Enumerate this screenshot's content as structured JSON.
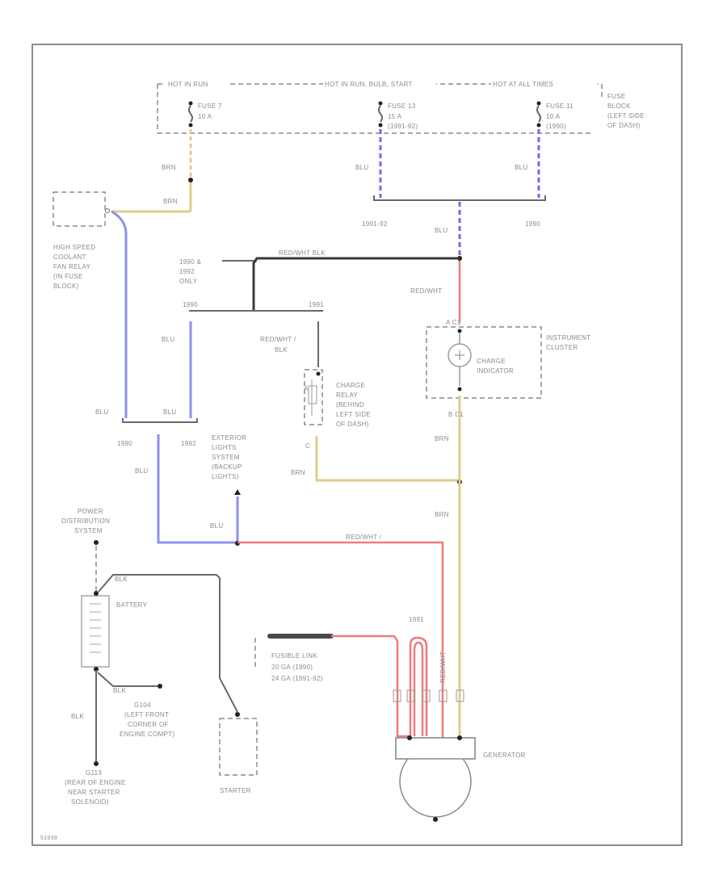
{
  "fuse_block": {
    "hot_in_run": "HOT IN RUN",
    "hot_in_run_bulb_start": "HOT IN RUN, BULB, START",
    "hot_at_all_times": "HOT AT ALL TIMES",
    "fuse7_name": "FUSE 7",
    "fuse7_rating": "10 A",
    "fuse13_name": "FUSE 13",
    "fuse13_rating": "15 A",
    "fuse13_note": "(1991-92)",
    "fuse11_name": "FUSE 11",
    "fuse11_rating": "10 A",
    "fuse11_note": "(1990)",
    "label_lines": [
      "FUSE",
      "BLOCK",
      "(LEFT SIDE",
      "OF DASH)"
    ]
  },
  "wire_colors": {
    "brn": "BRN",
    "blu": "BLU",
    "red_wht": "RED/WHT",
    "red_wht_blk": "RED/WHT BLK",
    "red_wht_slash": "RED/WHT /",
    "blk": "BLK",
    "red_wht_blk_split": [
      "RED/WHT /",
      "BLK"
    ]
  },
  "years": {
    "y1991_92": "1991-92",
    "y1990": "1990",
    "y1991": "1991",
    "y1990_b": "1990",
    "y1991_b": "1991",
    "y1992": "1992",
    "y1990_92_note_lines": [
      "1990 &",
      "1992",
      "ONLY"
    ]
  },
  "components": {
    "fan_relay": [
      "HIGH SPEED",
      "COOLANT",
      "FAN RELAY",
      "(IN FUSE",
      "BLOCK)"
    ],
    "instrument_cluster": [
      "INSTRUMENT",
      "CLUSTER"
    ],
    "charge_indicator": [
      "CHARGE",
      "INDICATOR"
    ],
    "charge_relay": [
      "CHARGE",
      "RELAY",
      "(BEHIND",
      "LEFT SIDE",
      "OF DASH)"
    ],
    "exterior_lights": [
      "EXTERIOR",
      "LIGHTS",
      "SYSTEM",
      "(BACKUP",
      "LIGHTS)"
    ],
    "power_distribution": [
      "POWER",
      "DISTRIBUTION",
      "SYSTEM"
    ],
    "battery": "BATTERY",
    "fusible_link": [
      "FUSIBLE LINK",
      "20 GA (1990)",
      "24 GA (1991-92)"
    ],
    "generator": "GENERATOR",
    "starter": "STARTER",
    "g104": [
      "G104",
      "(LEFT FRONT",
      "CORNER OF",
      "ENGINE COMPT)"
    ],
    "g113": [
      "G113",
      "(REAR OF ENGINE",
      "NEAR STARTER",
      "SOLENOID)"
    ]
  },
  "pins": {
    "a_pin": "A",
    "c_pin": "C",
    "b_pin": "B",
    "a_c1": "A C1",
    "b_c1": "B C1",
    "c1_pin": "C1"
  },
  "footer_code": "51939"
}
